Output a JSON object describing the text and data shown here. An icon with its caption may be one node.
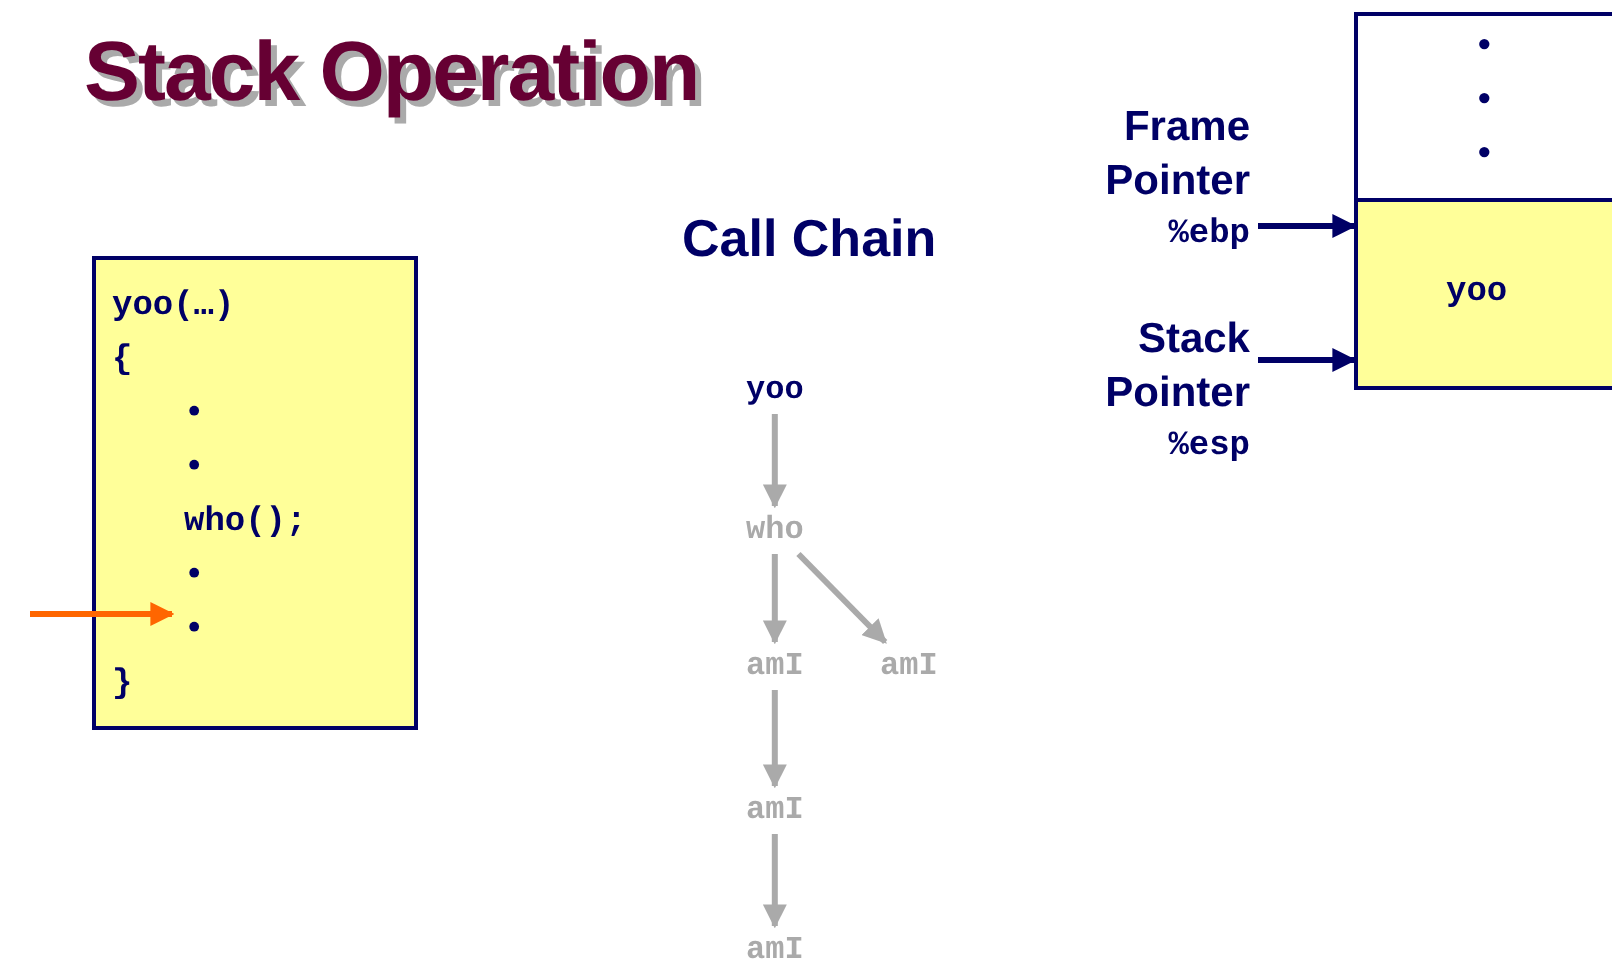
{
  "diagram": {
    "title": "Stack Operation",
    "nodes": [
      {
        "text": [
          "yoo(…)",
          "{",
          "•",
          "•",
          "who();",
          "•",
          "•",
          "}"
        ]
      },
      {
        "text": [
          "yoo"
        ]
      },
      {
        "text": [
          "who"
        ]
      },
      {
        "text": [
          "amI"
        ]
      },
      {
        "text": [
          "amI"
        ]
      },
      {
        "text": [
          "amI"
        ]
      },
      {
        "text": [
          "amI"
        ]
      },
      {
        "text": [
          "•",
          "•",
          "•"
        ]
      },
      {
        "text": [
          "yoo"
        ]
      },
      {
        "text": [
          "Frame Pointer",
          "%ebp"
        ]
      },
      {
        "text": [
          "Stack Pointer",
          "%esp"
        ]
      }
    ],
    "edges": [
      {
        "from": null,
        "to": 0,
        "arrow": "to",
        "color": "#ff6600"
      },
      {
        "from": 1,
        "to": 2,
        "arrow": "to"
      },
      {
        "from": 2,
        "to": 3,
        "arrow": "to"
      },
      {
        "from": 2,
        "to": 4,
        "arrow": "to"
      },
      {
        "from": 3,
        "to": 5,
        "arrow": "to"
      },
      {
        "from": 5,
        "to": 6,
        "arrow": "to"
      },
      {
        "from": 9,
        "to": 8,
        "arrow": "to",
        "color": "#000066"
      },
      {
        "from": 10,
        "to": 8,
        "arrow": "to",
        "color": "#000066"
      }
    ],
    "labels": [
      "Call Chain"
    ]
  }
}
